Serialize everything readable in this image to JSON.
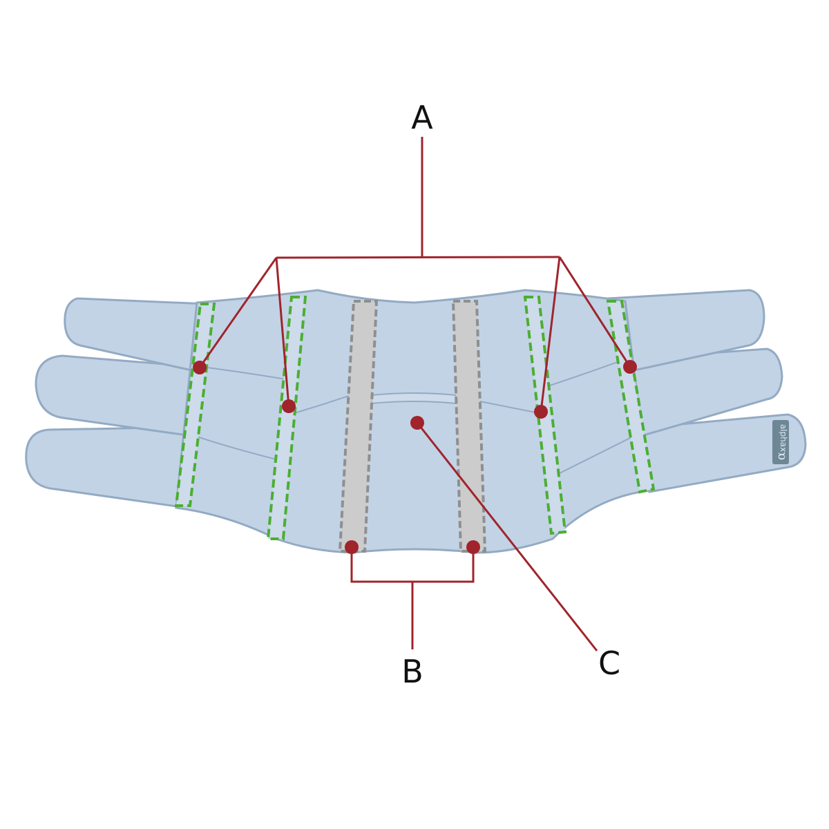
{
  "labels": {
    "a": "A",
    "b": "B",
    "c": "C"
  },
  "brand": {
    "symbol": "α",
    "text": "alphax"
  },
  "colors": {
    "belt_fill": "#c2d3e6",
    "belt_fill_light": "#cddbeb",
    "belt_edge": "#93aac3",
    "stay_dashed": "#4cae32",
    "stay_gray_fill": "#cccccc",
    "stay_gray_dash": "#8f8f8f",
    "leader": "#a0242c",
    "tag": "#6e8797"
  }
}
